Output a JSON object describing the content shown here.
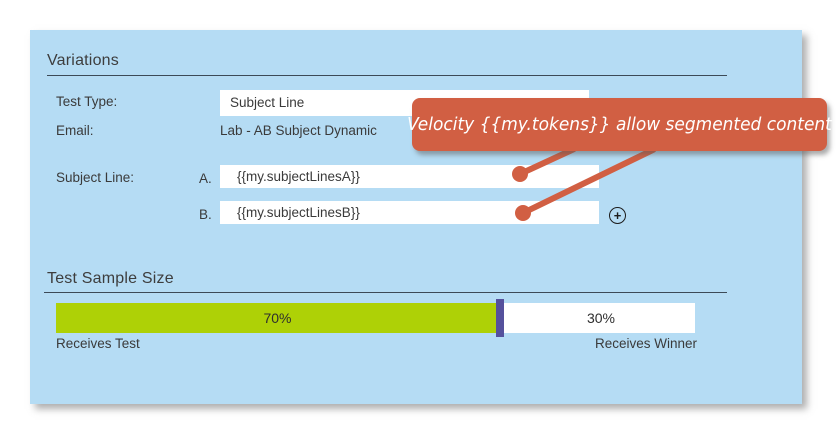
{
  "variations": {
    "title": "Variations",
    "test_type": {
      "label": "Test Type:",
      "value": "Subject Line"
    },
    "email": {
      "label": "Email:",
      "value": "Lab - AB Subject Dynamic"
    },
    "subject_line": {
      "label": "Subject Line:",
      "rows": [
        {
          "prefix": "A.",
          "value": "{{my.subjectLinesA}}"
        },
        {
          "prefix": "B.",
          "value": "{{my.subjectLinesB}}"
        }
      ],
      "add_label": "+"
    }
  },
  "test_sample_size": {
    "title": "Test Sample Size",
    "left_percent": "70%",
    "right_percent": "30%",
    "left_value": 70,
    "right_value": 30,
    "left_label": "Receives Test",
    "right_label": "Receives Winner"
  },
  "annotation": {
    "text": "Velocity {{my.tokens}} allow segmented content"
  },
  "colors": {
    "panel_bg": "#b5dcf4",
    "callout_bg": "#d15f43",
    "bar_green": "#aed106",
    "bar_divider_purple": "#55519c",
    "rule_dark": "#3c4a57"
  }
}
